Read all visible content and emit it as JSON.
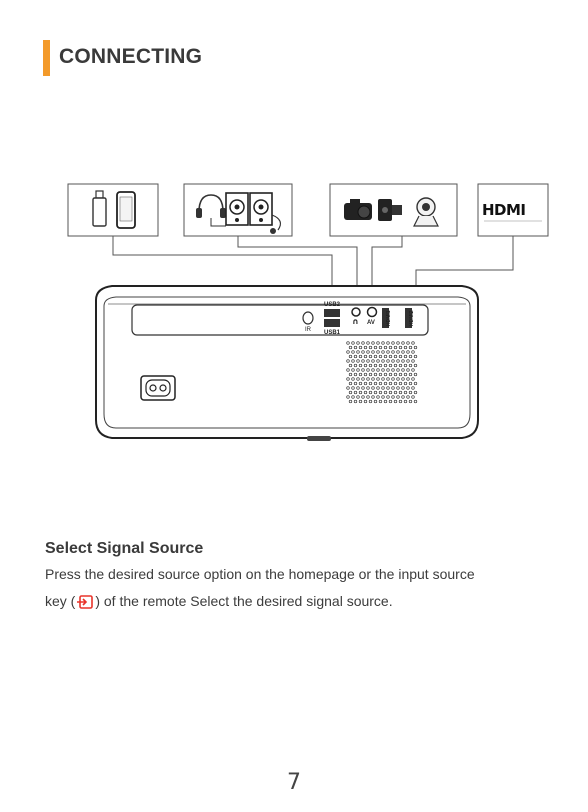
{
  "header": {
    "title": "CONNECTING",
    "accent_color": "#f39a2a"
  },
  "diagram": {
    "devices": [
      {
        "id": "usb-storage",
        "icons": [
          "usb-flash-drive-icon",
          "smartphone-icon"
        ]
      },
      {
        "id": "audio",
        "icons": [
          "headphones-icon",
          "speakers-icon"
        ]
      },
      {
        "id": "av",
        "icons": [
          "camera-icon",
          "camcorder-icon",
          "webcam-icon"
        ]
      },
      {
        "id": "hdmi",
        "logo": "HDMI"
      }
    ],
    "port_labels": {
      "usb2": "USB2",
      "usb1": "USB1",
      "ir": "IR",
      "headphone": "∩",
      "av": "AV",
      "hdmi1": "HDMI1",
      "hdmi2": "HDMI2"
    },
    "power_icon": "power-inlet-icon"
  },
  "section": {
    "title": "Select Signal Source",
    "line1": "Press the desired source option on the homepage or the input source",
    "line2_before": "key  (",
    "line2_after": ")  of the remote Select the desired signal source.",
    "input_key_icon": "input-source-icon",
    "input_key_color": "#e8332a"
  },
  "page": {
    "number": "7"
  }
}
